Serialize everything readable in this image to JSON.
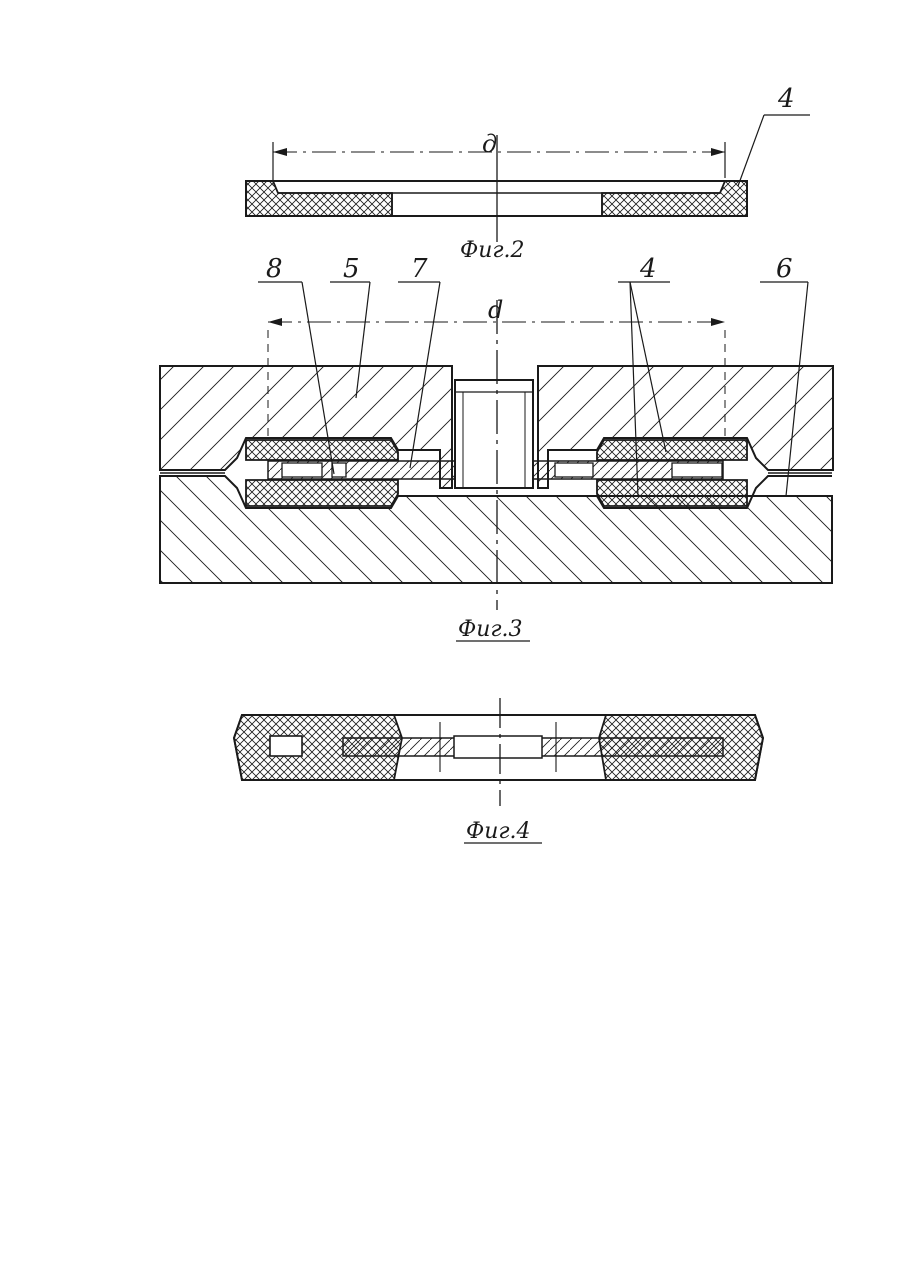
{
  "figures": {
    "fig2": {
      "caption": "Фиг.2",
      "dimension_label": "д",
      "callouts": [
        "4"
      ]
    },
    "fig3": {
      "caption": "Фиг.3",
      "dimension_label": "d",
      "callouts": [
        "8",
        "5",
        "7",
        "4",
        "6"
      ]
    },
    "fig4": {
      "caption": "Фиг.4"
    }
  },
  "colors": {
    "ink": "#1a1a1a",
    "paper": "#ffffff"
  }
}
